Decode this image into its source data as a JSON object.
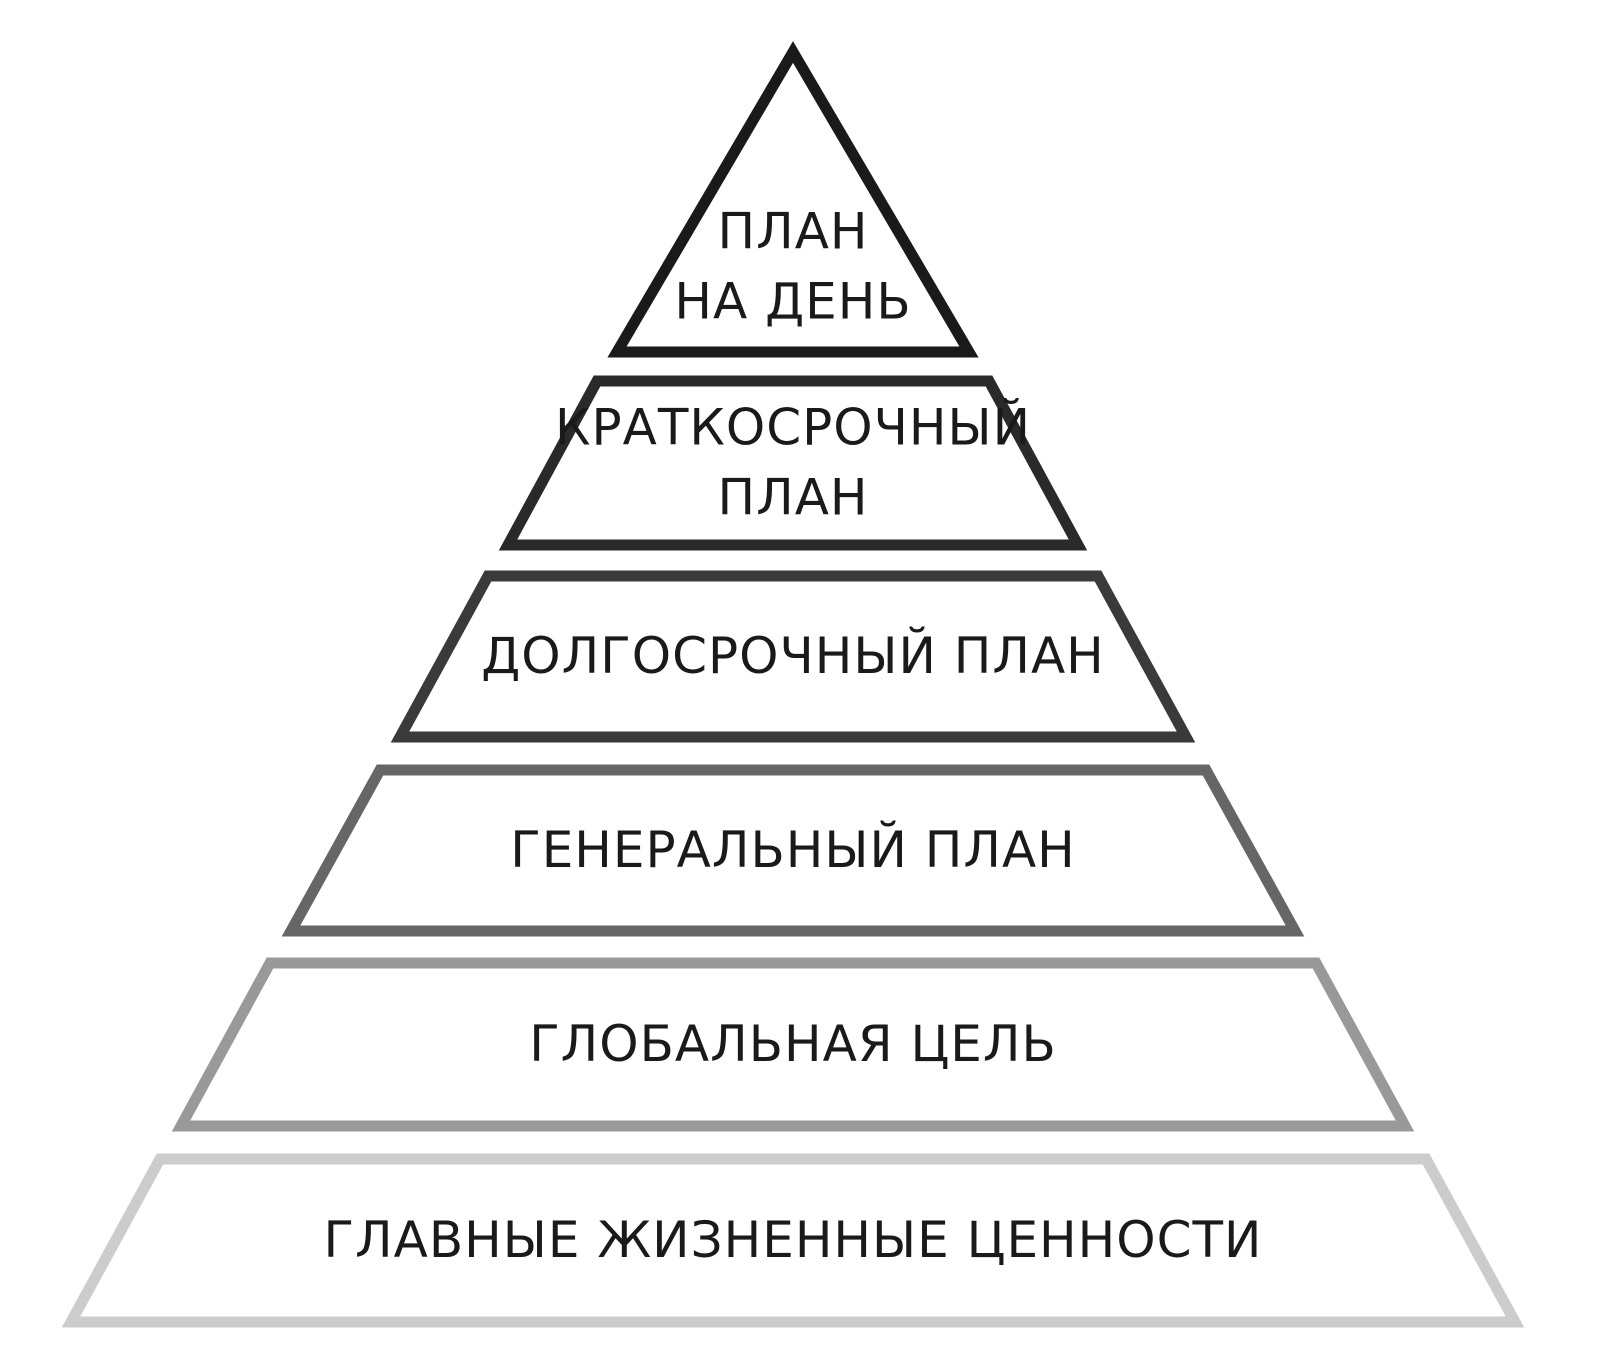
{
  "pyramid": {
    "levels": [
      {
        "lines": [
          "ПЛАН",
          "НА ДЕНЬ"
        ],
        "stroke": "#1a1a1a"
      },
      {
        "lines": [
          "КРАТКОСРОЧНЫЙ",
          "ПЛАН"
        ],
        "stroke": "#2a2a2a"
      },
      {
        "lines": [
          "ДОЛГОСРОЧНЫЙ ПЛАН"
        ],
        "stroke": "#3a3a3a"
      },
      {
        "lines": [
          "ГЕНЕРАЛЬНЫЙ ПЛАН"
        ],
        "stroke": "#666666"
      },
      {
        "lines": [
          "ГЛОБАЛЬНАЯ ЦЕЛЬ"
        ],
        "stroke": "#999999"
      },
      {
        "lines": [
          "ГЛАВНЫЕ ЖИЗНЕННЫЕ ЦЕННОСТИ"
        ],
        "stroke": "#cccccc"
      }
    ]
  }
}
